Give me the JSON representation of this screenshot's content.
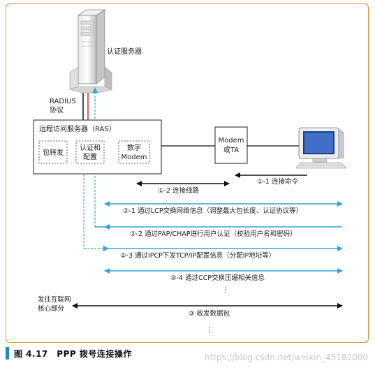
{
  "nodes": {
    "auth_server": "认证服务器",
    "radius_protocol": [
      "RADIUS",
      "协议"
    ],
    "ras_title": "远程访问服务器（RAS）",
    "packet_forward": "包转发",
    "auth_config": [
      "认证和",
      "配置"
    ],
    "digital_modem": [
      "数字",
      "Modem"
    ],
    "modem_ta": [
      "Modem",
      "或TA"
    ],
    "internet_core": [
      "发往互联网",
      "核心部分"
    ]
  },
  "steps": {
    "s1_1": "①-1 连接命令",
    "s1_2": "①-2 连接线路",
    "s2_1": "②-1 通过LCP交换网络信息（调整最大包长度、认证协议等）",
    "s2_2": "②-2 通过PAP/CHAP进行用户认证（校验用户名和密码）",
    "s2_3": "②-3 通过IPCP下发TCP/IP配置信息（分配IP地址等）",
    "s2_4": "②-4 通过CCP交换压缩相关信息",
    "s3": "③ 收发数据包",
    "dots": "⋮"
  },
  "caption": "图 4.17　PPP 拨号连接操作",
  "watermark": "https://blog.csdn.net/weixin_45182000",
  "colors": {
    "blue": "#2ea6dc",
    "dark": "#111111",
    "frame": "#e08a2c",
    "caption_bar": "#1f8bc0"
  }
}
